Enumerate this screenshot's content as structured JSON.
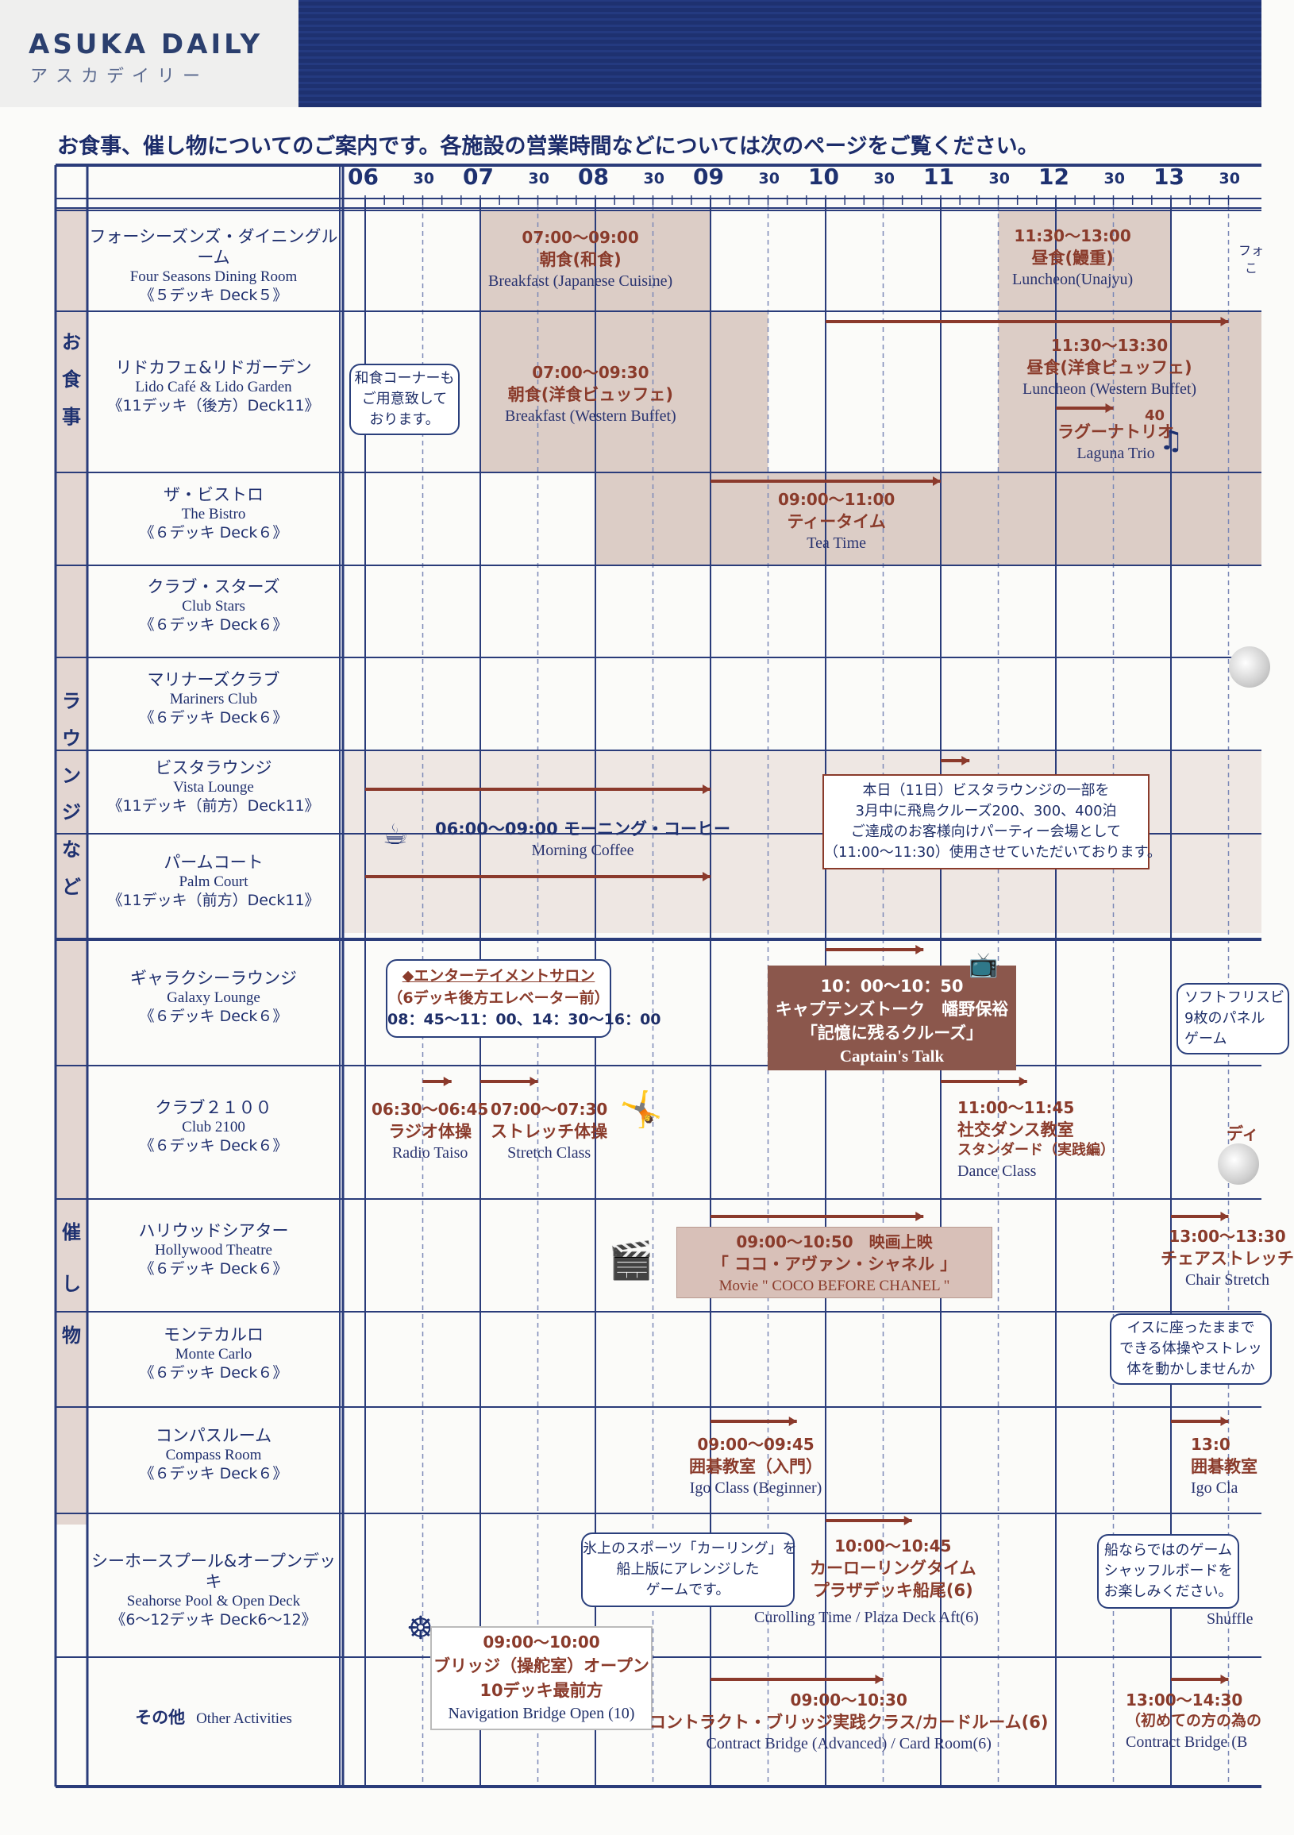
{
  "header": {
    "title": "ASUKA DAILY",
    "subtitle": "アスカデイリー"
  },
  "intro": "お食事、催し物についてのご案内です。各施設の営業時間などについては次のページをご覧ください。",
  "time_axis": {
    "hours": [
      "06",
      "07",
      "08",
      "09",
      "10",
      "11",
      "12",
      "13"
    ],
    "half": "30"
  },
  "categories": {
    "dining": [
      "お",
      "食",
      "事"
    ],
    "lounge": [
      "ラ",
      "ウ",
      "ン",
      "ジ",
      "な",
      "ど"
    ],
    "events": [
      "催",
      "し",
      "物"
    ]
  },
  "rows": [
    {
      "jp": "フォーシーズンズ・ダイニングルーム",
      "en": "Four Seasons Dining Room",
      "deck": "《５デッキ Deck５》"
    },
    {
      "jp": "リドカフェ&リドガーデン",
      "en": "Lido Café & Lido Garden",
      "deck": "《11デッキ（後方）Deck11》"
    },
    {
      "jp": "ザ・ビストロ",
      "en": "The Bistro",
      "deck": "《６デッキ Deck６》"
    },
    {
      "jp": "クラブ・スターズ",
      "en": "Club Stars",
      "deck": "《６デッキ Deck６》"
    },
    {
      "jp": "マリナーズクラブ",
      "en": "Mariners Club",
      "deck": "《６デッキ Deck６》"
    },
    {
      "jp": "ビスタラウンジ",
      "en": "Vista Lounge",
      "deck": "《11デッキ（前方）Deck11》"
    },
    {
      "jp": "パームコート",
      "en": "Palm Court",
      "deck": "《11デッキ（前方）Deck11》"
    },
    {
      "jp": "ギャラクシーラウンジ",
      "en": "Galaxy Lounge",
      "deck": "《６デッキ Deck６》"
    },
    {
      "jp": "クラブ２１００",
      "en": "Club 2100",
      "deck": "《６デッキ Deck６》"
    },
    {
      "jp": "ハリウッドシアター",
      "en": "Hollywood Theatre",
      "deck": "《６デッキ Deck６》"
    },
    {
      "jp": "モンテカルロ",
      "en": "Monte Carlo",
      "deck": "《６デッキ Deck６》"
    },
    {
      "jp": "コンパスルーム",
      "en": "Compass Room",
      "deck": "《６デッキ Deck６》"
    },
    {
      "jp": "シーホースプール&オープンデッキ",
      "en": "Seahorse Pool & Open Deck",
      "deck": "《6〜12デッキ Deck6〜12》"
    }
  ],
  "other": {
    "jp": "その他",
    "en": "Other Activities"
  },
  "events": {
    "fs_breakfast": {
      "time": "07:00〜09:00",
      "name": "朝食(和食)",
      "en": "Breakfast (Japanese Cuisine)"
    },
    "fs_lunch": {
      "time": "11:30〜13:00",
      "name": "昼食(鰻重)",
      "en": "Luncheon(Unajyu)"
    },
    "fs_cut": "フォ",
    "fs_cut2": "こ",
    "lido_bubble": [
      "和食コーナーも",
      "ご用意致して",
      "おります。"
    ],
    "lido_breakfast": {
      "time": "07:00〜09:30",
      "name": "朝食(洋食ビュッフェ)",
      "en": "Breakfast (Western Buffet)"
    },
    "lido_lunch": {
      "time": "11:30〜13:30",
      "name": "昼食(洋食ビュッフェ)",
      "en": "Luncheon (Western Buffet)"
    },
    "laguna": {
      "num": "40",
      "name": "ラグーナトリオ",
      "en": "Laguna Trio"
    },
    "tea": {
      "time": "09:00〜11:00",
      "name": "ティータイム",
      "en": "Tea Time"
    },
    "coffee": {
      "label": "06:00〜09:00 モーニング・コーヒー",
      "en": "Morning  Coffee"
    },
    "vista_notice": [
      "本日（11日）ビスタラウンジの一部を",
      "3月中に飛鳥クルーズ200、300、400泊",
      "ご達成のお客様向けパーティー会場として",
      "（11:00〜11:30）使用させていただいております。"
    ],
    "salon": {
      "title": "◆エンターテイメントサロン",
      "sub": "（6デッキ後方エレベーター前）",
      "time": "08：45〜11：00、14：30〜16：00"
    },
    "captain": {
      "time": "10：00〜10：50",
      "name": "キャプテンズトーク　幡野保裕",
      "title": "「記憶に残るクルーズ」",
      "en": "Captain's Talk"
    },
    "galaxy_cut": [
      "ソフトフリスビ",
      "9枚のパネル",
      "ゲーム"
    ],
    "radio": {
      "time": "06:30〜06:45",
      "name": "ラジオ体操",
      "en": "Radio Taiso"
    },
    "stretch": {
      "time": "07:00〜07:30",
      "name": "ストレッチ体操",
      "en": "Stretch Class"
    },
    "dance": {
      "time": "11:00〜11:45",
      "name": "社交ダンス教室",
      "sub": "スタンダード（実践編）",
      "en": "Dance Class"
    },
    "club_cut": "ディ",
    "movie": {
      "time": "09:00〜10:50　映画上映",
      "title": "「 ココ・アヴァン・シャネル 」",
      "en": "Movie \" COCO BEFORE CHANEL \""
    },
    "chair": {
      "time": "13:00〜13:30",
      "name": "チェアストレッチ",
      "en": "Chair Stretch"
    },
    "chair_bubble": [
      "イスに座ったままで",
      "できる体操やストレッ",
      "体を動かしませんか"
    ],
    "igo": {
      "time": "09:00〜09:45",
      "name": "囲碁教室（入門）",
      "en": "Igo Class (Beginner)"
    },
    "igo2": {
      "time": "13:0",
      "name": "囲碁教室",
      "en": "Igo Cla"
    },
    "curling_bubble": [
      "氷上のスポーツ「カーリング」を",
      "船上版にアレンジした",
      "ゲームです。"
    ],
    "curling": {
      "time": "10:00〜10:45",
      "name": "カーローリングタイム",
      "sub": "プラザデッキ船尾(6)",
      "en": "Curolling Time / Plaza Deck Aft(6)"
    },
    "shuffle_bubble": [
      "船ならではのゲーム",
      "シャッフルボードを",
      "お楽しみください。"
    ],
    "shuffle": "Shuffle",
    "bridge": {
      "time": "09:00〜10:00",
      "name": "ブリッジ（操舵室）オープン",
      "sub": "10デッキ最前方",
      "en": "Navigation Bridge Open (10)"
    },
    "contract": {
      "time": "09:00〜10:30",
      "name": "コントラクト・ブリッジ実践クラス/カードルーム(6)",
      "en": "Contract Bridge (Advanced) / Card Room(6)"
    },
    "contract2": {
      "time": "13:00〜14:30",
      "name": "（初めての方の為の",
      "en": "Contract Bridge (B"
    }
  },
  "colors": {
    "navy": "#1e3170",
    "shade": "#dccdc6",
    "brown": "#8a3b2b",
    "arrow": "#8b3a2c"
  }
}
